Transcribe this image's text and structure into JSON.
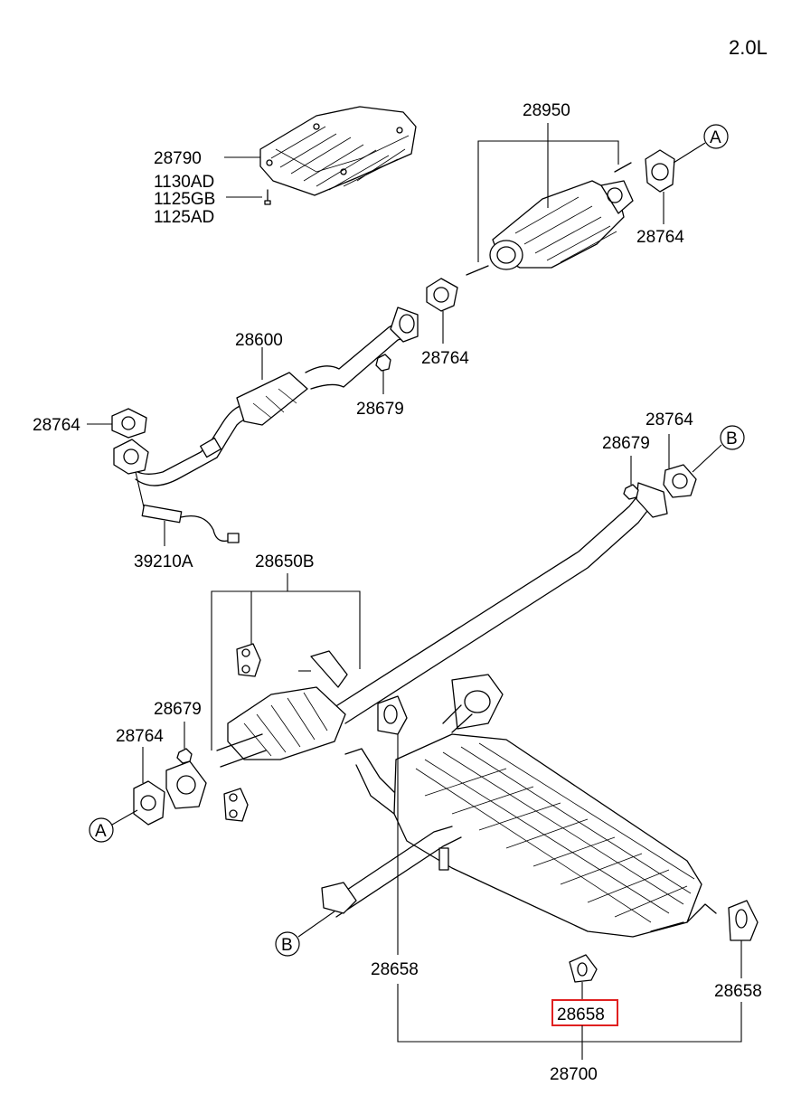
{
  "engine": "2.0L",
  "labels": {
    "under_cover": "28790",
    "bolt_1": "1130AD",
    "bolt_2": "1125GB",
    "bolt_3": "1125AD",
    "catalytic_converter": "28950",
    "gasket_a": "28764",
    "gasket_front_pipe_top": "28764",
    "front_pipe": "28600",
    "nut_front": "28679",
    "gasket_left": "28764",
    "oxygen_sensor": "39210A",
    "center_pipe_hanger": "28650B",
    "nut_center_top": "28679",
    "gasket_center_top": "28764",
    "nut_center_left": "28679",
    "gasket_center_left": "28764",
    "hanger_left": "28658",
    "hanger_highlighted": "28658",
    "hanger_right": "28658",
    "muffler_assy": "28700"
  },
  "refs": {
    "a_top": "A",
    "a_bottom": "A",
    "b_top": "B",
    "b_bottom": "B"
  },
  "colors": {
    "highlight": "#e02020"
  },
  "highlighted_part": "28658"
}
